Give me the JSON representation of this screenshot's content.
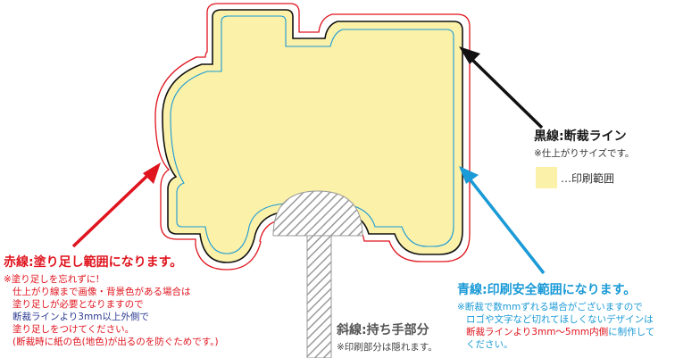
{
  "colors": {
    "fill": "#fbf1a9",
    "red": "#e0141e",
    "blue": "#1a9ad6",
    "black": "#111111",
    "gray": "#a6a6a6",
    "navy": "#2a3a8f"
  },
  "black_line": {
    "title": "黒線:断裁ライン",
    "note": "※仕上がりサイズです。"
  },
  "legend": {
    "label": "…印刷範囲"
  },
  "red_line": {
    "title": "赤線:塗り足し範囲になります。",
    "note_line1": "※塗り足しを忘れずに!",
    "note_line2": "仕上がり線まで画像・背景色がある場合は",
    "note_line3": "塗り足しが必要となりますので",
    "note_line4": "断裁ラインより3mm以上外側で",
    "note_line5": "塗り足しをつけてください。",
    "note_line6": "(断裁時に紙の色(地色)が出るのを防ぐためです。)"
  },
  "blue_line": {
    "title": "青線:印刷安全範囲になります。",
    "note_line1": "※断裁で数mmずれる場合がございますので",
    "note_line2": "ロゴや文字など切れてほしくないデザインは",
    "note_line3_emph": "断裁ラインより3mm〜5mm内側",
    "note_line3_rest": "に制作して",
    "note_line4": "ください。"
  },
  "hatch": {
    "title": "斜線:持ち手部分",
    "note": "※印刷部分は隠れます。"
  }
}
